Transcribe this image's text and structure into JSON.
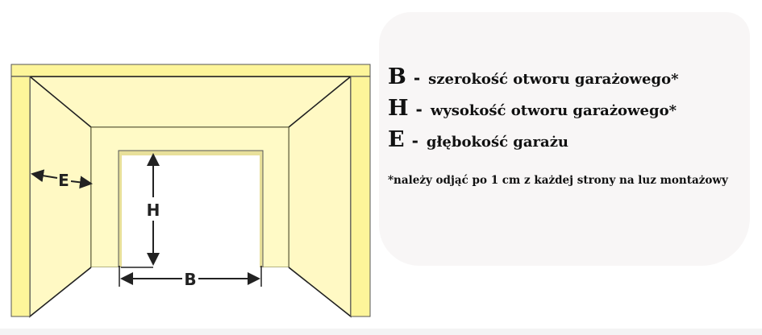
{
  "diagram": {
    "labels": {
      "width": "B",
      "height": "H",
      "depth": "E"
    },
    "colors": {
      "wall": "#fff9c4",
      "pillar": "#fdf59a",
      "line": "#222222"
    }
  },
  "legend": {
    "items": [
      {
        "key": "B",
        "dash": "-",
        "text": "szerokość otworu garażowego*"
      },
      {
        "key": "H",
        "dash": "-",
        "text": "wysokość otworu garażowego*"
      },
      {
        "key": "E",
        "dash": "-",
        "text": "głębokość garażu"
      }
    ],
    "footnote": "*należy odjąć po 1 cm z każdej strony na luz montażowy"
  }
}
